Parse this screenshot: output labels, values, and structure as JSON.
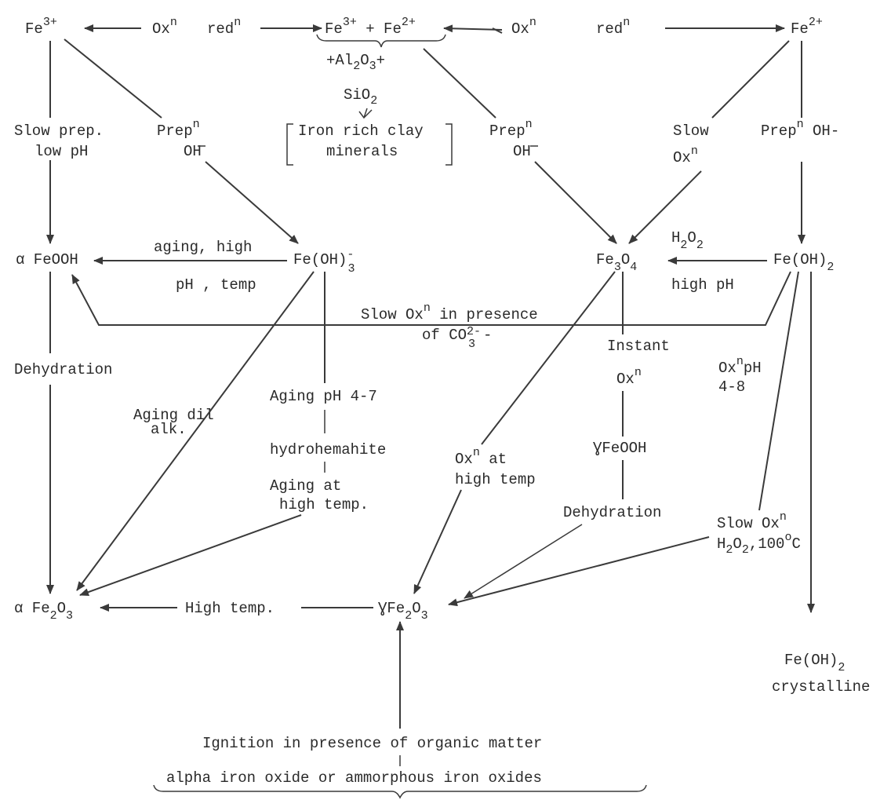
{
  "species": {
    "fe3": "Fe",
    "fe3_charge": "3+",
    "fe2": "Fe",
    "fe2_charge": "2+",
    "mixed_a": "Fe",
    "mixed_a_charge": "3+",
    "mixed_plus": "+",
    "mixed_b": "Fe",
    "mixed_b_charge": "2+",
    "al2o3_prefix": "+Al",
    "al2o3_sub1": "2",
    "al2o3_mid": "O",
    "al2o3_sub2": "3",
    "al2o3_suffix": "+",
    "sio2_base": "SiO",
    "sio2_sub": "2",
    "clay_line1": "Iron rich clay",
    "clay_line2": "minerals",
    "afeooh": "α FeOOH",
    "feoh3_base": "Fe(OH)",
    "feoh3_sup": "-",
    "feoh3_sub": "3",
    "fe3o4_a": "Fe",
    "fe3o4_s1": "3",
    "fe3o4_b": "O",
    "fe3o4_s2": "4",
    "feoh2_base": "Fe(OH)",
    "feoh2_sub": "2",
    "gfeooh_sym": "Ɣ",
    "gfeooh": "FeOOH",
    "afe2o3_a": "α Fe",
    "afe2o3_s1": "2",
    "afe2o3_b": "O",
    "afe2o3_s2": "3",
    "gfe2o3_sym": "Ɣ",
    "gfe2o3_a": "Fe",
    "gfe2o3_s1": "2",
    "gfe2o3_b": "O",
    "gfe2o3_s2": "3",
    "feoh2c_base": "Fe(OH)",
    "feoh2c_sub": "2",
    "feoh2c_label": "crystalline"
  },
  "labels": {
    "ox_left": "Ox",
    "ox_left_sup": "n",
    "red_left": "red",
    "red_left_sup": "n",
    "ox_right": "Ox",
    "ox_right_sup": "n",
    "red_right": "red",
    "red_right_sup": "n",
    "slow_prep": "Slow prep.",
    "low_ph": "low pH",
    "prep_left": "Prep",
    "prep_left_sup": "n",
    "prep_left_oh": "OH",
    "prep_mid": "Prep",
    "prep_mid_sup": "n",
    "prep_mid_oh": "OH",
    "slow": "Slow",
    "slow_oxn": "Ox",
    "slow_oxn_sup": "n",
    "prep_right": "Prep",
    "prep_right_sup": "n",
    "prep_right_oh": " OH-",
    "aging_high": "aging, high",
    "ph_temp": "pH , temp",
    "h2o2_a": "H",
    "h2o2_s1": "2",
    "h2o2_b": "O",
    "h2o2_s2": "2",
    "high_ph": "high pH",
    "slow_ox_presence": "Slow Ox",
    "slow_ox_presence_sup": "n",
    "slow_ox_presence_rest": " in presence",
    "of_co3": "of CO",
    "co3_sup": "2-",
    "co3_sub": "3",
    "co3_tail": "-",
    "instant": "Instant",
    "instant_oxn": "Ox",
    "instant_oxn_sup": "n",
    "oxn_ph": "Ox",
    "oxn_ph_sup": "n",
    "oxn_ph_rest": "pH",
    "ph_range": "4-8",
    "dehydration_left": "Dehydration",
    "aging_dil": "Aging dil",
    "alk": "alk.",
    "aging_ph": "Aging pH 4-7",
    "hydrohemahite": "hydrohemahite",
    "aging_at": "Aging at",
    "high_temp_dot": "high temp.",
    "oxn_at": "Ox",
    "oxn_at_sup": "n",
    "oxn_at_rest": " at",
    "high_temp2": "high temp",
    "dehydration_mid": "Dehydration",
    "slow_ox2": "Slow Ox",
    "slow_ox2_sup": "n",
    "h2o2_100_a": "H",
    "h2o2_100_s1": "2",
    "h2o2_100_b": "O",
    "h2o2_100_s2": "2",
    "h2o2_100_c": ",100",
    "h2o2_100_deg": "o",
    "h2o2_100_d": "C",
    "high_temp_arrow": "High temp.",
    "ignition": "Ignition in presence of organic matter",
    "alpha_amorph": "alpha iron oxide or ammorphous iron oxides"
  }
}
